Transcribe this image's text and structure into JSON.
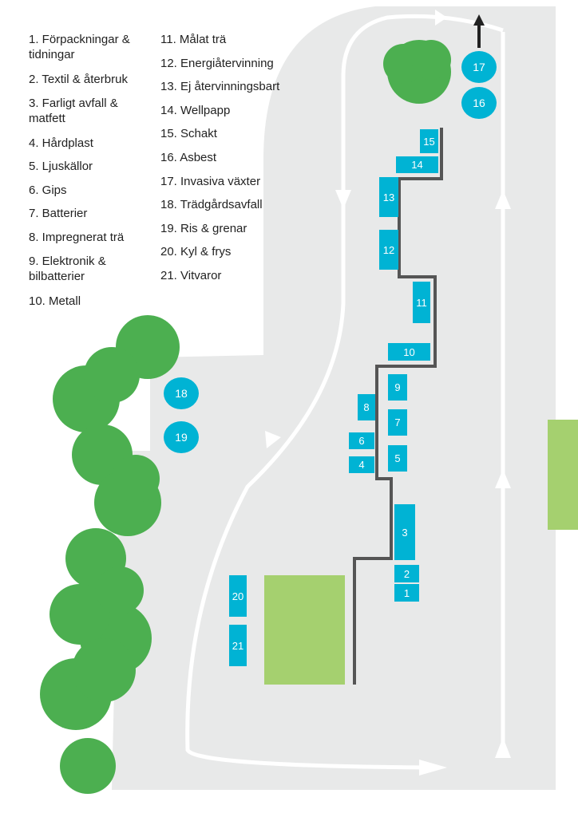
{
  "legend": [
    "1. Förpackningar & tidningar",
    "2. Textil & återbruk",
    "3. Farligt avfall & matfett",
    "4. Hårdplast",
    "5. Ljuskällor",
    "6. Gips",
    "7. Batterier",
    "8. Impregnerat trä",
    "9. Elektronik & bilbatterier",
    "10. Metall",
    "11. Målat trä",
    "12. Energiåtervinning",
    "13. Ej återvinningsbart",
    "14. Wellpapp",
    "15. Schakt",
    "16. Asbest",
    "17. Invasiva växter",
    "18. Trädgårdsavfall",
    "19. Ris & grenar",
    "20. Kyl & frys",
    "21. Vitvaror"
  ],
  "stations": [
    "1",
    "2",
    "3",
    "4",
    "5",
    "6",
    "7",
    "8",
    "9",
    "10",
    "11",
    "12",
    "13",
    "14",
    "15",
    "16",
    "17",
    "18",
    "19",
    "20",
    "21"
  ],
  "colors": {
    "station": "#00b3d4",
    "ground": "#e8e9e9",
    "road_arrow": "#ffffff",
    "tree": "#4caf50",
    "green_area": "#a5d06f",
    "wall": "#555555",
    "exit_arrow": "#222222"
  },
  "icons": {
    "tree": "tree-icon",
    "arrow": "arrow-icon"
  }
}
